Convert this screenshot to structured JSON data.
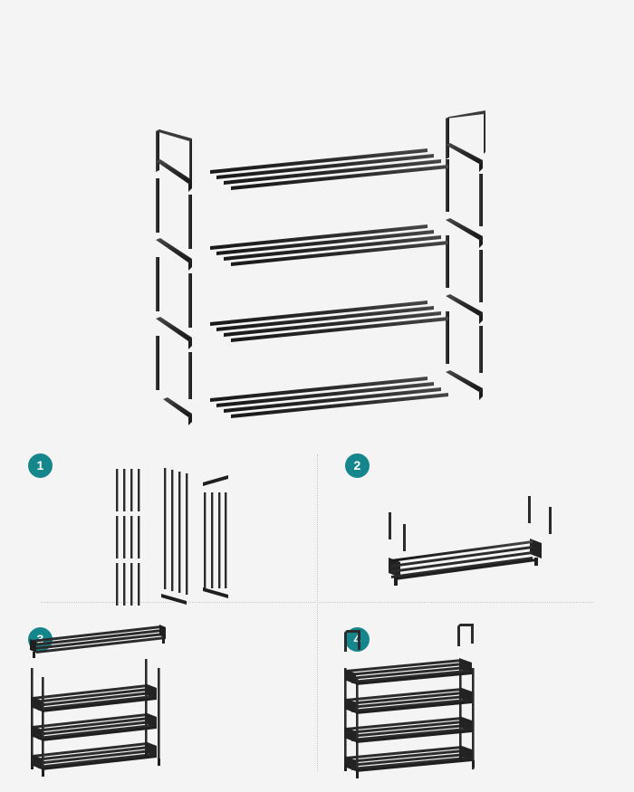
{
  "document": {
    "type": "assembly-instructions",
    "product": "4-tier shoe rack",
    "background_color": "#f4f4f4",
    "metal_color": "#2e2e2e",
    "accent_color": "#15868c",
    "divider_color": "#c9c9c9"
  },
  "hero": {
    "name": "exploded-assembly-overview",
    "description": "Exploded isometric view of a 4-tier shoe rack showing left and right side frames with U-shaped top handles, diagonal connector rails, vertical leg segments, and four shelves of four parallel rods each.",
    "shelf_count": 4,
    "rods_per_shelf": 4,
    "side_frames": 2,
    "top_handles": 2
  },
  "steps": [
    {
      "number": "1",
      "name": "step-1-parts-layout",
      "art": "parts-bundles",
      "description": "All loose parts laid out: bundles of short leg poles, long shelf rods, and side rail assemblies."
    },
    {
      "number": "2",
      "name": "step-2-first-shelf",
      "art": "single-shelf-with-legs",
      "description": "Assemble one shelf from four rods and two end rails, then insert four vertical leg poles."
    },
    {
      "number": "3",
      "name": "step-3-stack-tiers",
      "art": "three-tier-with-floating-shelf",
      "description": "Stack three tiers together and position the fourth shelf above to be attached."
    },
    {
      "number": "4",
      "name": "step-4-finish-handles",
      "art": "four-tier-with-handles",
      "description": "Complete the four-tier rack and fit the two U-shaped handles on top."
    }
  ]
}
